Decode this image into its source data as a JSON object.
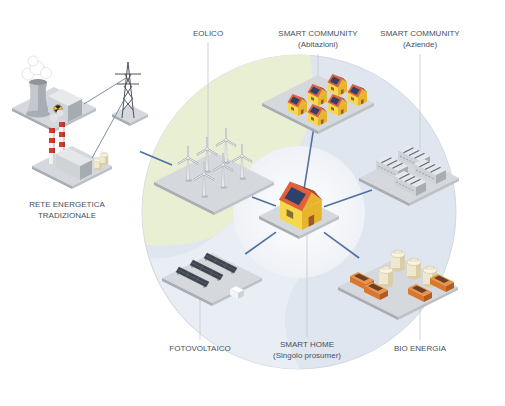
{
  "diagram": {
    "nodes": [
      {
        "text": [
          "EOLICO"
        ]
      },
      {
        "text": [
          "SMART COMMUNITY (Abitazioni)"
        ]
      },
      {
        "text": [
          "SMART COMMUNITY (Aziende)"
        ]
      },
      {
        "text": [
          "RETE ENERGETICA TRADIZIONALE"
        ]
      },
      {
        "text": [
          "SMART HOME (Singolo prosumer)"
        ]
      },
      {
        "text": [
          "FOTOVOLTAICO"
        ]
      },
      {
        "text": [
          "BIO ENERGIA"
        ]
      }
    ],
    "edges": [
      {
        "from": 3,
        "to": 0,
        "arrow": "none"
      },
      {
        "from": 4,
        "to": 0,
        "arrow": "none"
      },
      {
        "from": 4,
        "to": 1,
        "arrow": "none"
      },
      {
        "from": 4,
        "to": 2,
        "arrow": "none"
      },
      {
        "from": 4,
        "to": 5,
        "arrow": "none"
      },
      {
        "from": 4,
        "to": 6,
        "arrow": "none"
      }
    ]
  }
}
